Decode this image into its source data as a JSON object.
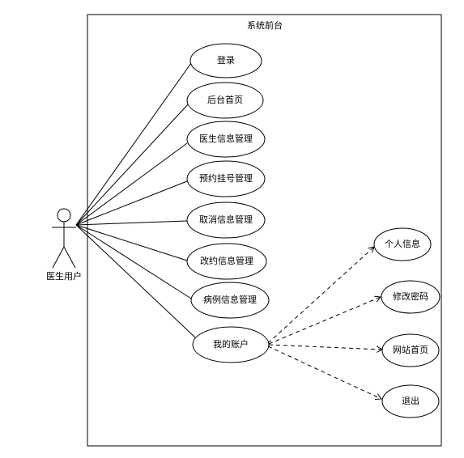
{
  "system": {
    "title": "系统前台"
  },
  "actor": {
    "label": "医生用户"
  },
  "use_cases": [
    {
      "id": "login",
      "label": "登录"
    },
    {
      "id": "backend-home",
      "label": "后台首页"
    },
    {
      "id": "doctor-info-mgmt",
      "label": "医生信息管理"
    },
    {
      "id": "appointment-mgmt",
      "label": "预约挂号管理"
    },
    {
      "id": "cancel-info-mgmt",
      "label": "取消信息管理"
    },
    {
      "id": "reschedule-info-mgmt",
      "label": "改约信息管理"
    },
    {
      "id": "case-info-mgmt",
      "label": "病例信息管理"
    },
    {
      "id": "my-account",
      "label": "我的账户"
    }
  ],
  "extensions": [
    {
      "id": "personal-info",
      "label": "个人信息"
    },
    {
      "id": "change-password",
      "label": "修改密码"
    },
    {
      "id": "site-home",
      "label": "网站首页"
    },
    {
      "id": "logout",
      "label": "退出"
    }
  ],
  "colors": {
    "line": "#000000",
    "background": "#ffffff"
  }
}
